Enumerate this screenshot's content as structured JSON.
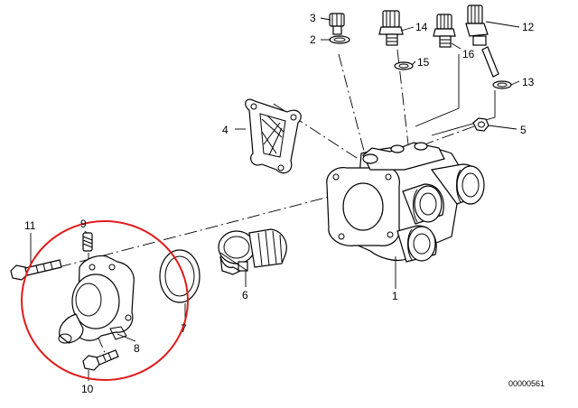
{
  "callouts": {
    "c1": "1",
    "c2": "2",
    "c3": "3",
    "c4": "4",
    "c5": "5",
    "c6": "6",
    "c7": "7",
    "c8": "8",
    "c9": "9",
    "c10": "10",
    "c11": "11",
    "c12": "12",
    "c13": "13",
    "c14": "14",
    "c15": "15",
    "c16": "16"
  },
  "reference": "00000561",
  "highlight_color": "#e01b1b",
  "line_color": "#000000"
}
